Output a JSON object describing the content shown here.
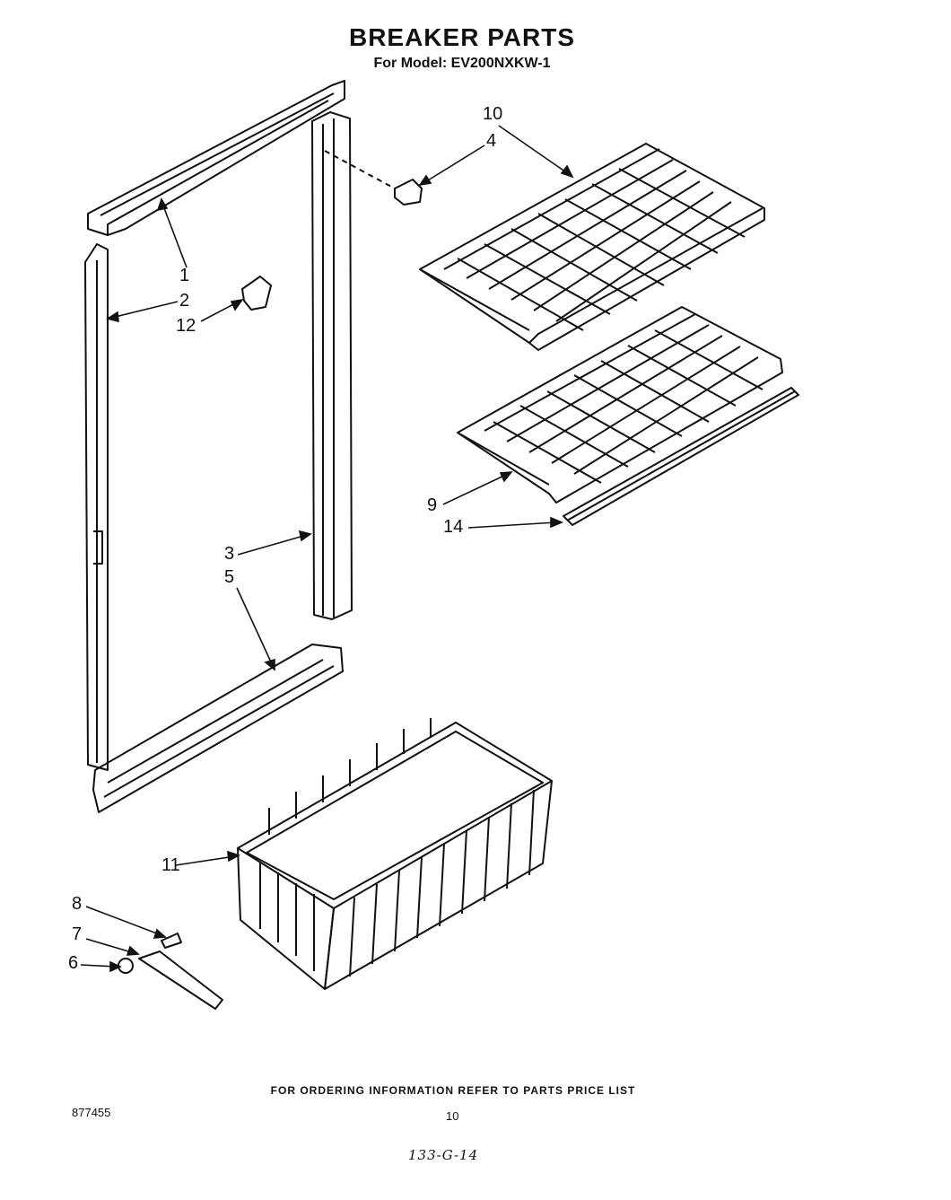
{
  "header": {
    "title": "BREAKER PARTS",
    "subtitle": "For Model: EV200NXKW-1"
  },
  "callouts": {
    "c1": "1",
    "c2": "2",
    "c3": "3",
    "c4": "4",
    "c5": "5",
    "c6": "6",
    "c7": "7",
    "c8": "8",
    "c9": "9",
    "c10": "10",
    "c11": "11",
    "c12": "12",
    "c14": "14"
  },
  "footer": {
    "ordering_note": "FOR ORDERING INFORMATION REFER TO PARTS PRICE LIST",
    "doc_number": "877455",
    "page_number": "10",
    "handwritten_code": "133-G-14"
  }
}
